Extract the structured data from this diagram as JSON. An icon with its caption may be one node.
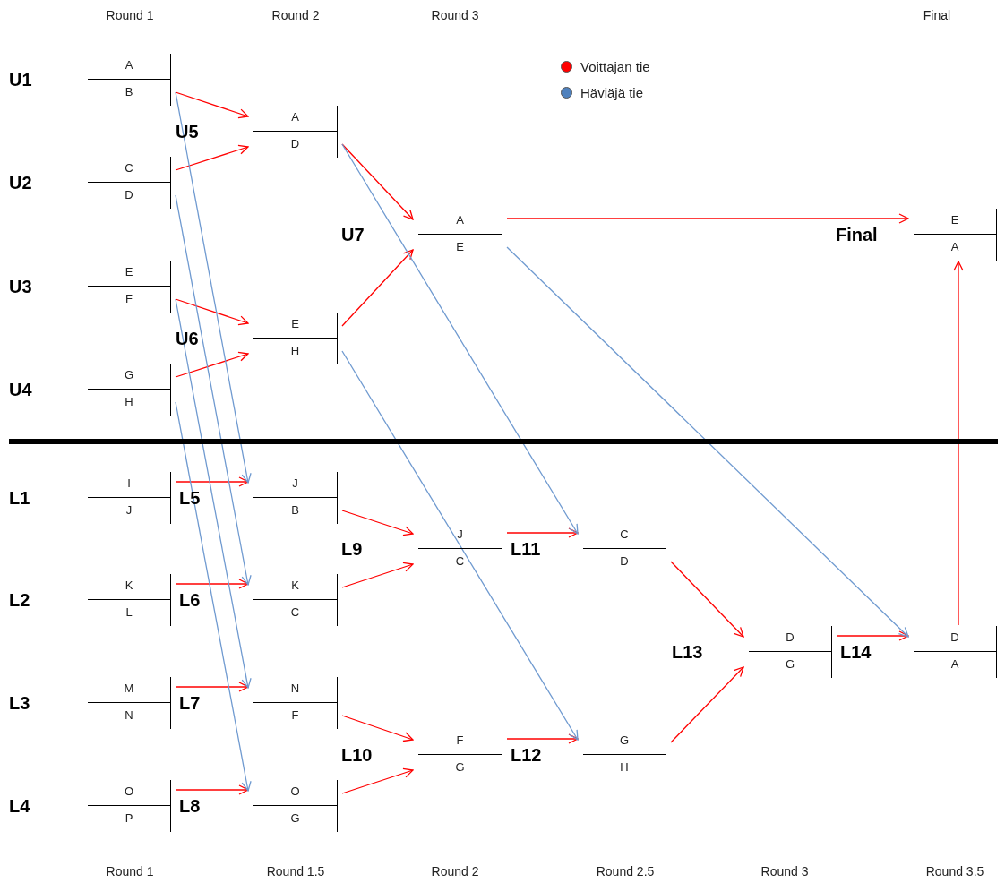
{
  "diagram": {
    "nodes": [
      {
        "text": [
          "A",
          "B"
        ],
        "beside": [
          "U1"
        ]
      },
      {
        "text": [
          "C",
          "D"
        ],
        "beside": [
          "U2"
        ]
      },
      {
        "text": [
          "E",
          "F"
        ],
        "beside": [
          "U3"
        ]
      },
      {
        "text": [
          "G",
          "H"
        ],
        "beside": [
          "U4"
        ]
      },
      {
        "text": [
          "A",
          "D"
        ]
      },
      {
        "text": [
          "E",
          "H"
        ]
      },
      {
        "text": [
          "A",
          "E"
        ],
        "beside": [
          "U7"
        ]
      },
      {
        "text": [
          "E",
          "A"
        ],
        "beside": [
          "Final"
        ]
      },
      {
        "text": [
          "I",
          "J"
        ],
        "beside": [
          "L1"
        ]
      },
      {
        "text": [
          "K",
          "L"
        ],
        "beside": [
          "L2"
        ]
      },
      {
        "text": [
          "M",
          "N"
        ],
        "beside": [
          "L3"
        ]
      },
      {
        "text": [
          "O",
          "P"
        ],
        "beside": [
          "L4"
        ]
      },
      {
        "text": [
          "J",
          "B"
        ]
      },
      {
        "text": [
          "K",
          "C"
        ]
      },
      {
        "text": [
          "N",
          "F"
        ]
      },
      {
        "text": [
          "O",
          "G"
        ]
      },
      {
        "text": [
          "J",
          "C"
        ]
      },
      {
        "text": [
          "F",
          "G"
        ]
      },
      {
        "text": [
          "C",
          "D"
        ]
      },
      {
        "text": [
          "G",
          "H"
        ]
      },
      {
        "text": [
          "D",
          "G"
        ],
        "beside": [
          "L13"
        ]
      },
      {
        "text": [
          "D",
          "A"
        ]
      }
    ],
    "edges": [
      {
        "from": 0,
        "to": 4,
        "arrow": "to"
      },
      {
        "from": 1,
        "to": 4,
        "arrow": "to"
      },
      {
        "from": 2,
        "to": 5,
        "arrow": "to"
      },
      {
        "from": 3,
        "to": 5,
        "arrow": "to"
      },
      {
        "from": 4,
        "to": 6,
        "arrow": "to"
      },
      {
        "from": 5,
        "to": 6,
        "arrow": "to"
      },
      {
        "from": 6,
        "to": 7,
        "arrow": "to"
      },
      {
        "from": 8,
        "to": 12,
        "arrow": "to"
      },
      {
        "from": 9,
        "to": 13,
        "arrow": "to"
      },
      {
        "from": 10,
        "to": 14,
        "arrow": "to"
      },
      {
        "from": 11,
        "to": 15,
        "arrow": "to"
      },
      {
        "from": 12,
        "to": 16,
        "arrow": "to"
      },
      {
        "from": 13,
        "to": 16,
        "arrow": "to"
      },
      {
        "from": 14,
        "to": 17,
        "arrow": "to"
      },
      {
        "from": 15,
        "to": 17,
        "arrow": "to"
      },
      {
        "from": 16,
        "to": 18,
        "arrow": "to"
      },
      {
        "from": 17,
        "to": 19,
        "arrow": "to"
      },
      {
        "from": 18,
        "to": 20,
        "arrow": "to"
      },
      {
        "from": 19,
        "to": 20,
        "arrow": "to"
      },
      {
        "from": 20,
        "to": 21,
        "arrow": "to"
      },
      {
        "from": 21,
        "to": 7,
        "arrow": "to"
      },
      {
        "from": 0,
        "to": 12,
        "arrow": "to",
        "color": "#6f9ad0"
      },
      {
        "from": 1,
        "to": 13,
        "arrow": "to",
        "color": "#6f9ad0"
      },
      {
        "from": 2,
        "to": 14,
        "arrow": "to",
        "color": "#6f9ad0"
      },
      {
        "from": 3,
        "to": 15,
        "arrow": "to",
        "color": "#6f9ad0"
      },
      {
        "from": 4,
        "to": 18,
        "arrow": "to",
        "color": "#6f9ad0"
      },
      {
        "from": 5,
        "to": 19,
        "arrow": "to",
        "color": "#6f9ad0"
      },
      {
        "from": 6,
        "to": 21,
        "arrow": "to",
        "color": "#6f9ad0"
      }
    ],
    "labels": [
      "Round 1",
      "Round 2",
      "Round 3",
      "Final",
      "U5",
      "U6",
      "L5",
      "L9",
      "L11",
      "L6",
      "L14",
      "L7",
      "L10",
      "L12",
      "L8",
      "Round 1",
      "Round 1.5",
      "Round 2",
      "Round 2.5",
      "Round 3",
      "Round 3.5"
    ],
    "legend": [
      {
        "text": "Voittajan tie",
        "color": "#ff0000"
      },
      {
        "text": "Häviäjä tie",
        "color": "#4f81bd"
      }
    ]
  }
}
